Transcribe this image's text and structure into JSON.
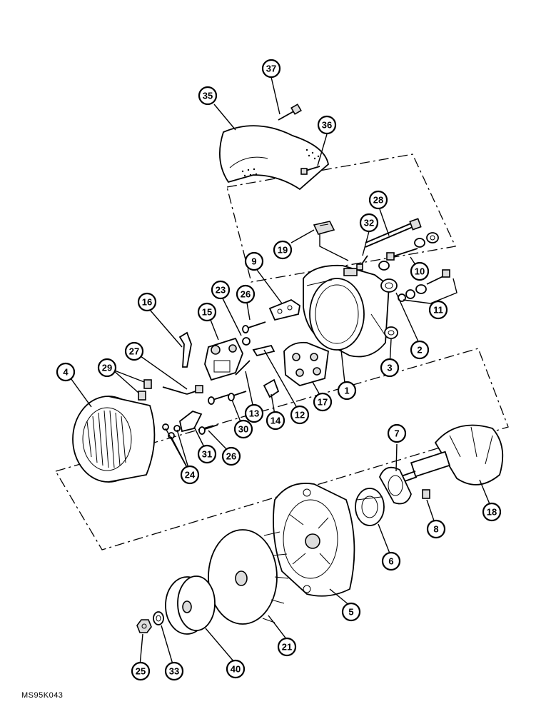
{
  "diagram_code": "MS95K043",
  "callouts": {
    "c1": "1",
    "c2": "2",
    "c3": "3",
    "c4": "4",
    "c5": "5",
    "c6": "6",
    "c7": "7",
    "c8": "8",
    "c9": "9",
    "c10": "10",
    "c11": "11",
    "c12": "12",
    "c13": "13",
    "c14": "14",
    "c15": "15",
    "c16": "16",
    "c17": "17",
    "c18": "18",
    "c19": "19",
    "c21": "21",
    "c23": "23",
    "c24": "24",
    "c25": "25",
    "c26a": "26",
    "c26b": "26",
    "c27": "27",
    "c28": "28",
    "c29": "29",
    "c30": "30",
    "c31": "31",
    "c32": "32",
    "c33": "33",
    "c35": "35",
    "c36": "36",
    "c37": "37",
    "c40": "40"
  }
}
